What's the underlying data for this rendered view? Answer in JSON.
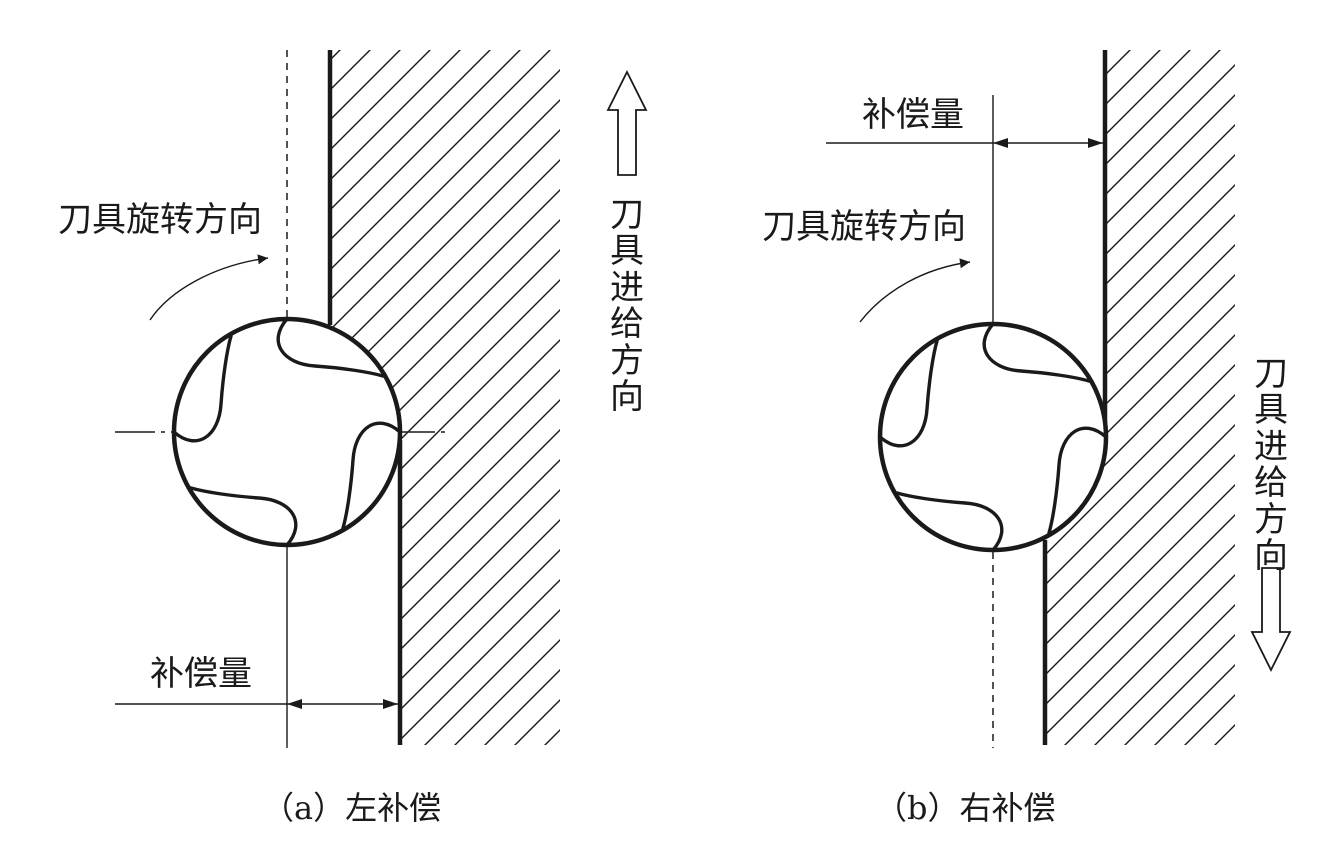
{
  "figure_a": {
    "rotation_label": "刀具旋转方向",
    "feed_label": "刀具进给方向",
    "offset_label": "补偿量",
    "caption": "（a）左补偿"
  },
  "figure_b": {
    "rotation_label": "刀具旋转方向",
    "feed_label": "刀具进给方向",
    "offset_label": "补偿量",
    "caption": "（b）右补偿"
  },
  "colors": {
    "stroke": "#1a1a1a",
    "background": "#ffffff"
  }
}
